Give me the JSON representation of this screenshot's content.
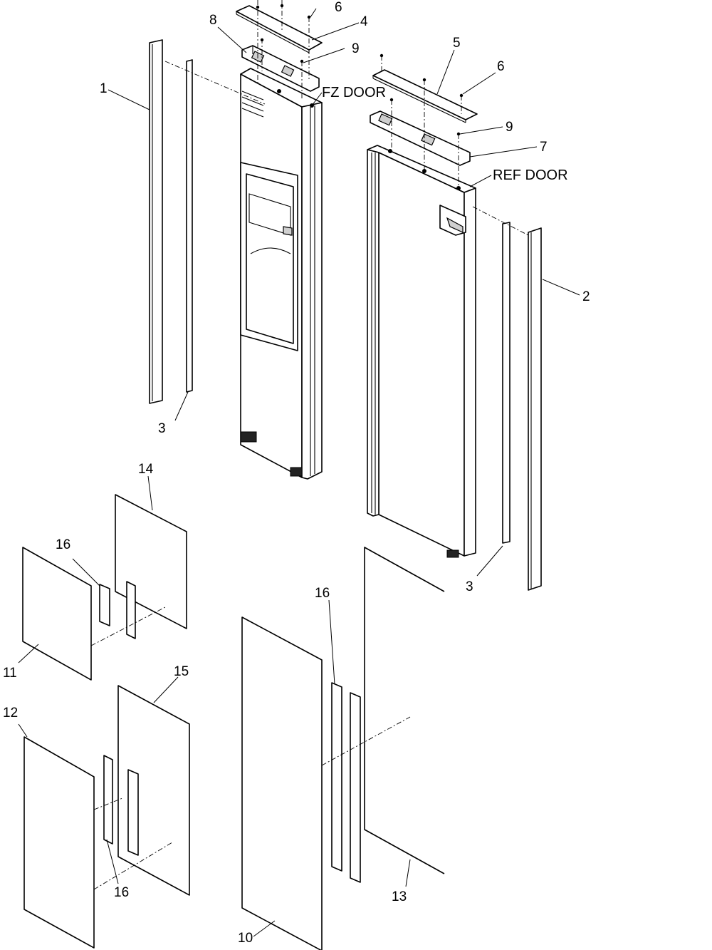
{
  "labels": {
    "fz_door": "FZ DOOR",
    "ref_door": "REF DOOR"
  },
  "callouts": {
    "c1": "1",
    "c2": "2",
    "c3a": "3",
    "c3b": "3",
    "c4": "4",
    "c5": "5",
    "c6a": "6",
    "c6b": "6",
    "c7": "7",
    "c8": "8",
    "c9a": "9",
    "c9b": "9",
    "c10": "10",
    "c11": "11",
    "c12": "12",
    "c13": "13",
    "c14": "14",
    "c15": "15",
    "c16a": "16",
    "c16b": "16",
    "c16c": "16"
  }
}
